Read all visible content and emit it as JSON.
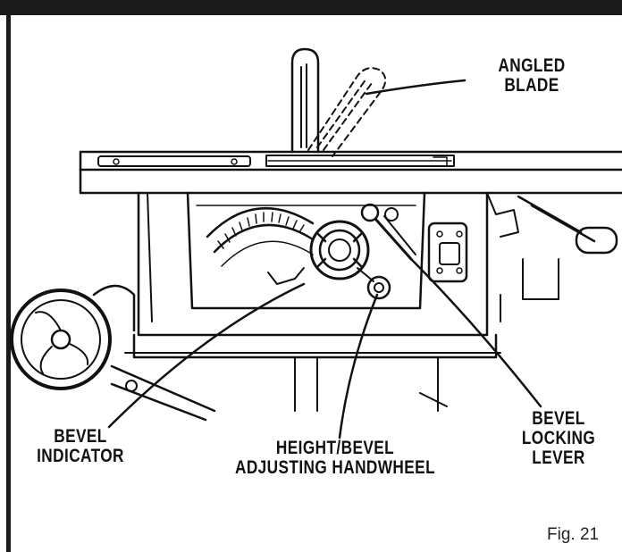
{
  "callouts": {
    "angled_blade": "ANGLED\nBLADE",
    "bevel_indicator": "BEVEL\nINDICATOR",
    "handwheel": "HEIGHT/BEVEL\nADJUSTING HANDWHEEL",
    "locking_lever": "BEVEL\nLOCKING\nLEVER"
  },
  "figure_label": "Fig. 21"
}
